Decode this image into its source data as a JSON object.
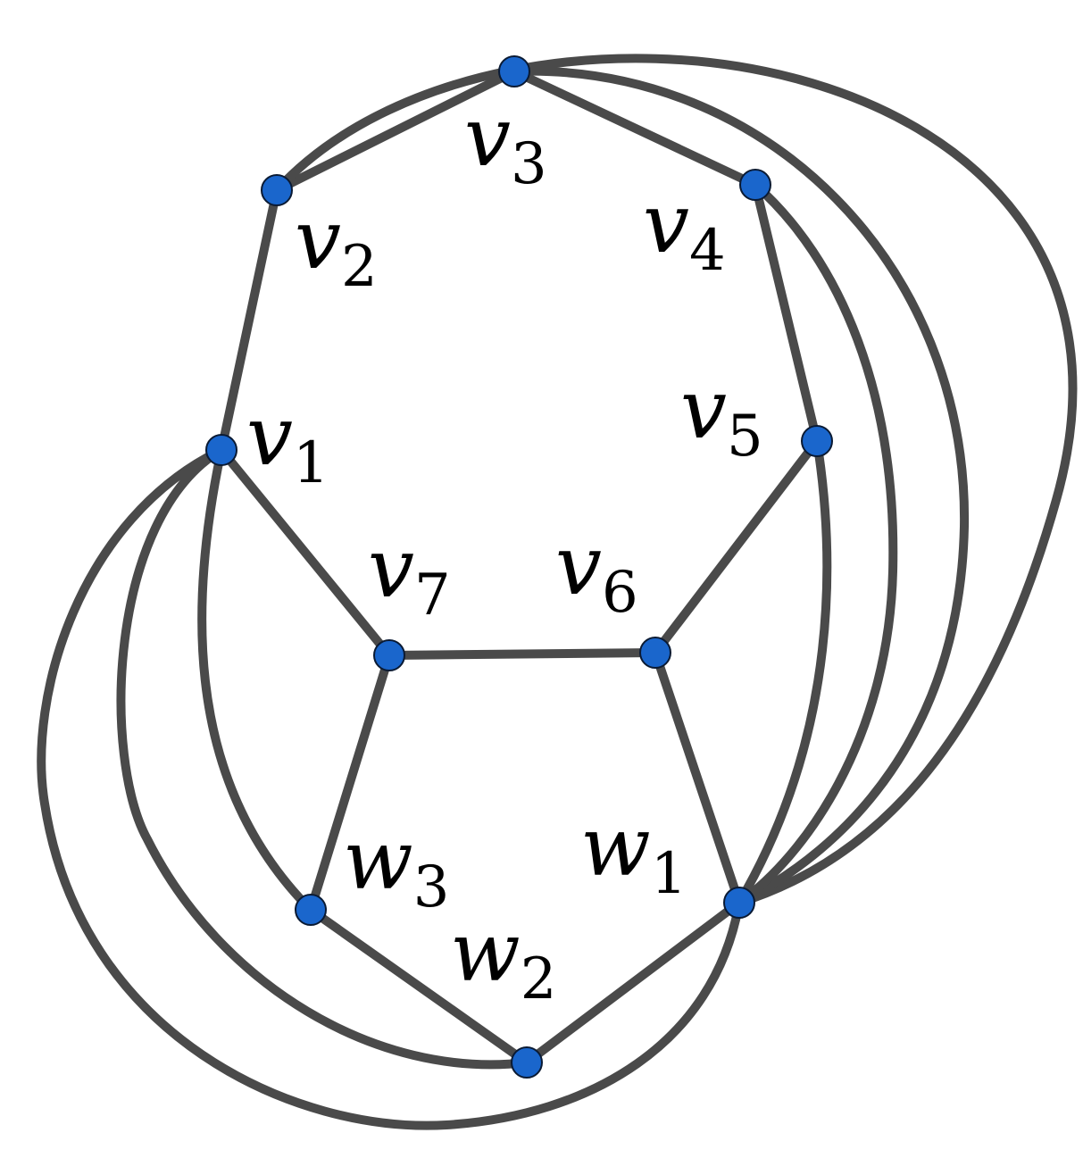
{
  "graph": {
    "node_color": "#1a66cc",
    "edge_color": "#4a4a4a",
    "nodes": [
      {
        "id": "v1",
        "base": "v",
        "sub": "1"
      },
      {
        "id": "v2",
        "base": "v",
        "sub": "2"
      },
      {
        "id": "v3",
        "base": "v",
        "sub": "3"
      },
      {
        "id": "v4",
        "base": "v",
        "sub": "4"
      },
      {
        "id": "v5",
        "base": "v",
        "sub": "5"
      },
      {
        "id": "v6",
        "base": "v",
        "sub": "6"
      },
      {
        "id": "v7",
        "base": "v",
        "sub": "7"
      },
      {
        "id": "w1",
        "base": "w",
        "sub": "1"
      },
      {
        "id": "w2",
        "base": "w",
        "sub": "2"
      },
      {
        "id": "w3",
        "base": "w",
        "sub": "3"
      }
    ],
    "edges": [
      [
        "v1",
        "v2"
      ],
      [
        "v2",
        "v3"
      ],
      [
        "v3",
        "v4"
      ],
      [
        "v4",
        "v5"
      ],
      [
        "v5",
        "v6"
      ],
      [
        "v6",
        "v7"
      ],
      [
        "v7",
        "v1"
      ],
      [
        "v6",
        "w1"
      ],
      [
        "v7",
        "w3"
      ],
      [
        "w3",
        "w2"
      ],
      [
        "w2",
        "w1"
      ],
      [
        "v2",
        "w1"
      ],
      [
        "v3",
        "w1"
      ],
      [
        "v4",
        "w1"
      ],
      [
        "v5",
        "w1"
      ],
      [
        "v1",
        "w3"
      ],
      [
        "v1",
        "w2"
      ],
      [
        "v1",
        "w1"
      ]
    ]
  }
}
